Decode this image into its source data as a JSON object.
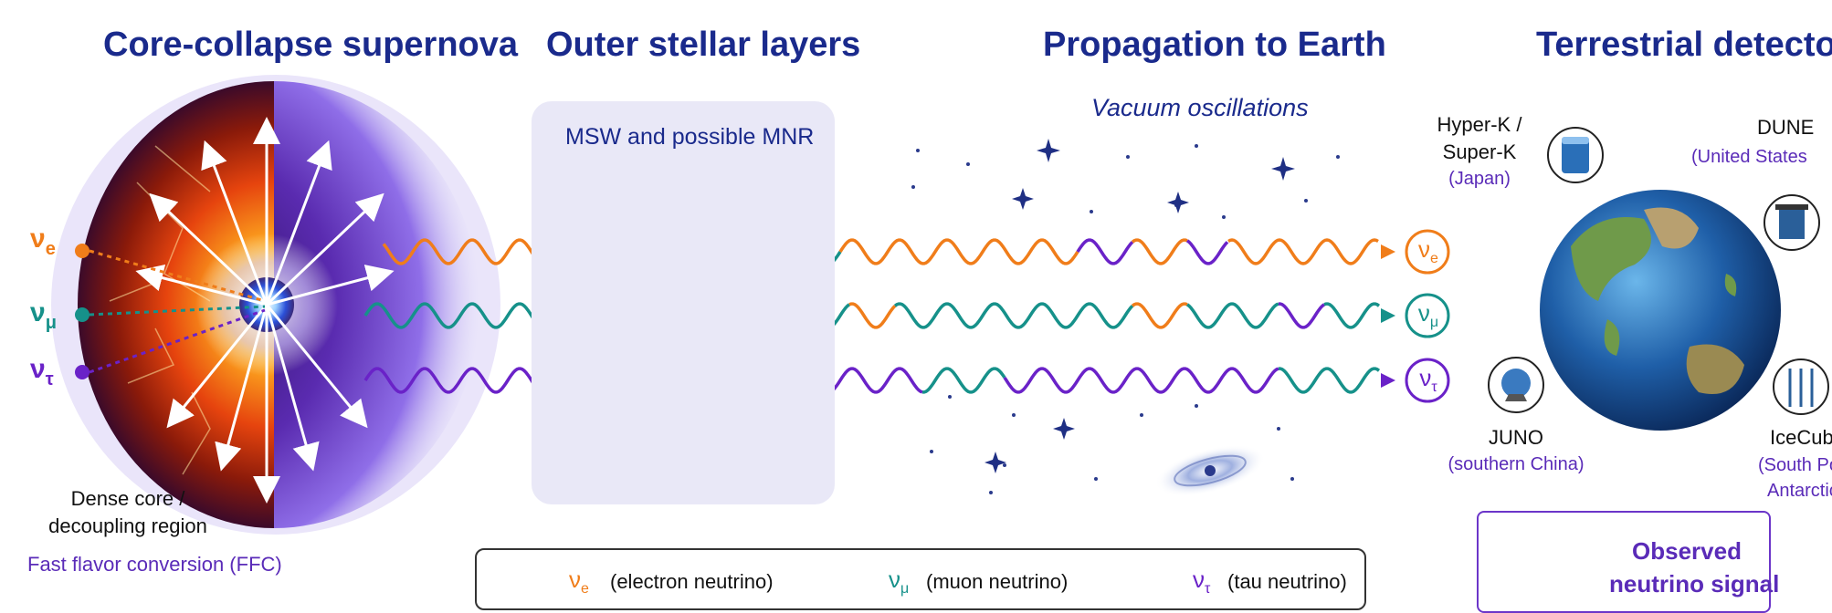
{
  "headings": {
    "supernova": "Core-collapse supernova",
    "outer_layers": "Outer stellar layers",
    "propagation": "Propagation to Earth",
    "detectors": "Terrestrial detectors"
  },
  "labels": {
    "msw": "MSW and possible MNR",
    "vacuum": "Vacuum oscillations",
    "dense_core_1": "Dense core /",
    "dense_core_2": "decoupling region",
    "ffc": "Fast flavor conversion (FFC)"
  },
  "neutrinos": {
    "e": {
      "symbol": "ν",
      "sub": "e",
      "color": "#f07d1a"
    },
    "mu": {
      "symbol": "ν",
      "sub": "μ",
      "color": "#16918a"
    },
    "tau": {
      "symbol": "ν",
      "sub": "τ",
      "color": "#6a22c8"
    }
  },
  "detectors": {
    "hyperk_1": "Hyper-K /",
    "hyperk_2": "Super-K",
    "hyperk_loc": "(Japan)",
    "dune": "DUNE",
    "dune_loc": "(United States",
    "juno": "JUNO",
    "juno_loc": "(southern China)",
    "icecube": "IceCub",
    "icecube_loc_1": "(South Po",
    "icecube_loc_2": "Antarctic"
  },
  "legend": {
    "e_desc": "(electron neutrino)",
    "mu_desc": "(muon neutrino)",
    "tau_desc": "(tau neutrino)"
  },
  "signal": {
    "line1": "Observed",
    "line2": "neutrino signal"
  },
  "icons": [
    "supernova-core-icon",
    "earth-globe-icon",
    "galaxy-icon",
    "tank-detector-icon",
    "sphere-detector-icon",
    "string-detector-icon",
    "cryostat-detector-icon"
  ]
}
